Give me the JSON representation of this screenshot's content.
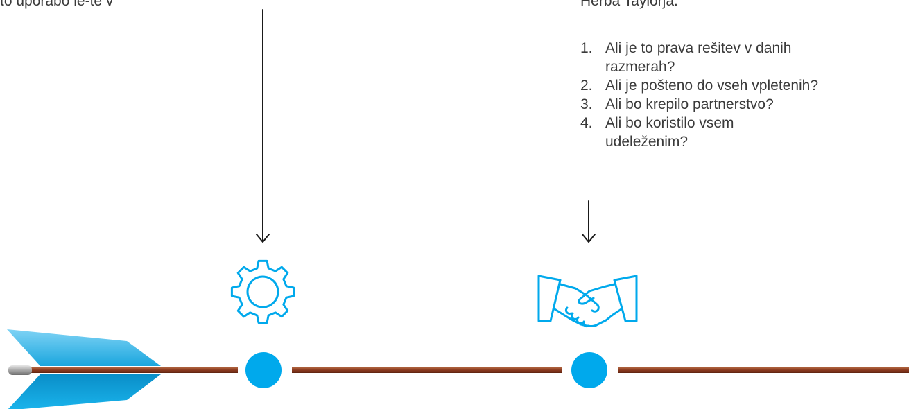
{
  "column1": {
    "text_fragment": "to uporabo le-te v"
  },
  "column2": {
    "intro_fragment": "Herba Taylorja.",
    "questions": [
      {
        "number": "1.",
        "text": "Ali je to prava rešitev v danih razmerah?"
      },
      {
        "number": "2.",
        "text": "Ali je pošteno do vseh vpletenih?"
      },
      {
        "number": "3.",
        "text": "Ali bo krepilo partnerstvo?"
      },
      {
        "number": "4.",
        "text": "Ali bo koristilo vsem udeleženim?"
      }
    ]
  },
  "icons": [
    "gear-icon",
    "handshake-icon",
    "arrow-fletching-icon"
  ],
  "colors": {
    "accent": "#00a9ec",
    "shaft": "#8a3a1f",
    "text": "#3a3a3a"
  }
}
